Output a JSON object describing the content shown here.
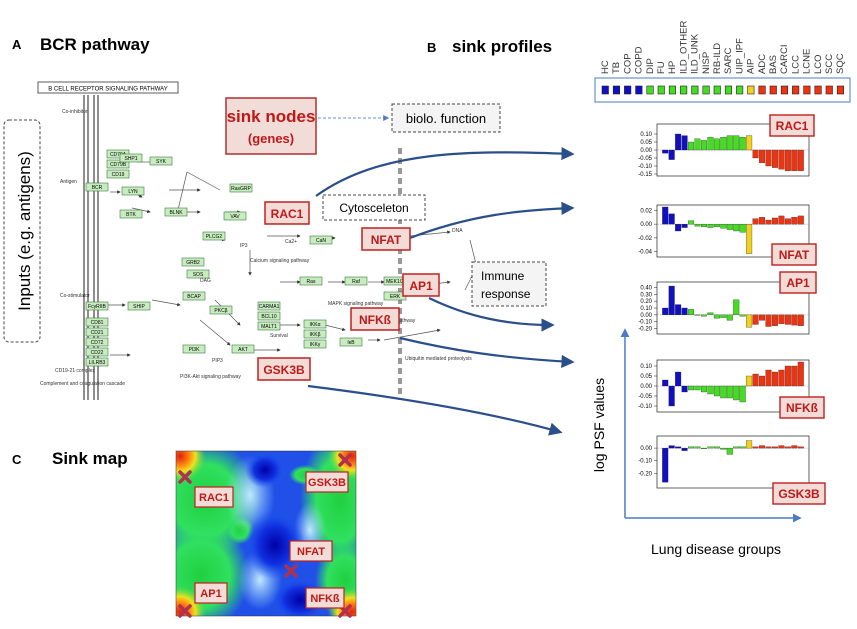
{
  "panel_a": {
    "letter": "A",
    "title": "BCR pathway",
    "kegg_header": "B CELL RECEPTOR SIGNALING PATHWAY",
    "inputs_label": "Inputs (e.g. antigens)",
    "sink_nodes_line1": "sink nodes",
    "sink_nodes_line2": "(genes)",
    "bio_function": "biolo. function",
    "cytoskeleton": "Cytosceleton",
    "immune_line1": "Immune",
    "immune_line2": "response",
    "sinks": [
      "RAC1",
      "NFAT",
      "AP1",
      "NFKß",
      "GSK3B"
    ],
    "kegg_nodes": [
      "CD79A",
      "CD79B",
      "CD19",
      "BCR",
      "LYN",
      "SYK",
      "BTK",
      "BLNK",
      "PLCG2",
      "VAV",
      "RasGRP",
      "Ras",
      "Raf",
      "MEK1/2",
      "ERK",
      "CaN",
      "SHP1",
      "GRB2",
      "SOS",
      "BCAP",
      "PI3K",
      "AKT",
      "PKCβ",
      "CARMA1",
      "BCL10",
      "MALT1",
      "IKKα",
      "IKKβ",
      "IKKγ",
      "IκB",
      "FcγRIIB",
      "SHIP",
      "CD81",
      "CD21",
      "CD72",
      "CD22",
      "LILRB3"
    ],
    "kegg_texts": [
      "Co-inhibitor",
      "Antigen",
      "Co-stimulator",
      "Calcium signaling pathway",
      "MAPK signaling pathway",
      "PI3K-Akt signaling pathway",
      "Ubiquitin mediated proteolysis",
      "Complement and coagulation cascade",
      "CD19-21 complex",
      "DNA",
      "IP3",
      "DAG",
      "PIP3",
      "Ca2+",
      "NF-κB signaling pathway",
      "Survival"
    ]
  },
  "panel_b": {
    "letter": "B",
    "title": "sink profiles",
    "groups": [
      "HC",
      "TB",
      "COP",
      "COPD",
      "DIP",
      "FU",
      "HP",
      "ILD_OTHER",
      "ILD_UNK",
      "NISP",
      "RB-ILD",
      "SARC",
      "UIP_IPF",
      "AIP",
      "ADC",
      "BAS",
      "CARCI",
      "LCC",
      "LCNE",
      "LCO",
      "SCC",
      "SQC"
    ],
    "legend_colors": [
      "#1010c0",
      "#1010c0",
      "#1010c0",
      "#1010c0",
      "#44dd22",
      "#44dd22",
      "#44dd22",
      "#44dd22",
      "#44dd22",
      "#44dd22",
      "#44dd22",
      "#44dd22",
      "#44dd22",
      "#f0d020",
      "#ee3311",
      "#ee3311",
      "#ee3311",
      "#ee3311",
      "#ee3311",
      "#ee3311",
      "#ee3311",
      "#ee3311"
    ],
    "ylabel": "log PSF values",
    "xlabel": "Lung disease groups"
  },
  "panel_c": {
    "letter": "C",
    "title": "Sink map",
    "labels": [
      "RAC1",
      "GSK3B",
      "NFAT",
      "AP1",
      "NFKß"
    ]
  },
  "chart_data": [
    {
      "type": "bar",
      "name": "RAC1",
      "categories": [
        "HC",
        "TB",
        "COP",
        "COPD",
        "DIP",
        "FU",
        "HP",
        "ILD_OTHER",
        "ILD_UNK",
        "NISP",
        "RB-ILD",
        "SARC",
        "UIP_IPF",
        "AIP",
        "ADC",
        "BAS",
        "CARCI",
        "LCC",
        "LCNE",
        "LCO",
        "SCC",
        "SQC"
      ],
      "values": [
        -0.02,
        -0.06,
        0.1,
        0.09,
        0.05,
        0.07,
        0.06,
        0.08,
        0.07,
        0.08,
        0.09,
        0.09,
        0.08,
        0.09,
        -0.05,
        -0.08,
        -0.1,
        -0.11,
        -0.12,
        -0.13,
        -0.13,
        -0.13
      ],
      "ylim": [
        -0.15,
        0.15
      ],
      "yticks": [
        0.1,
        0.05,
        0.0,
        -0.05,
        -0.1,
        -0.15
      ]
    },
    {
      "type": "bar",
      "name": "NFAT",
      "categories": [
        "HC",
        "TB",
        "COP",
        "COPD",
        "DIP",
        "FU",
        "HP",
        "ILD_OTHER",
        "ILD_UNK",
        "NISP",
        "RB-ILD",
        "SARC",
        "UIP_IPF",
        "AIP",
        "ADC",
        "BAS",
        "CARCI",
        "LCC",
        "LCNE",
        "LCO",
        "SCC",
        "SQC"
      ],
      "values": [
        0.025,
        0.015,
        -0.01,
        -0.005,
        0.005,
        -0.003,
        -0.004,
        -0.005,
        -0.004,
        -0.006,
        -0.008,
        -0.01,
        -0.012,
        -0.043,
        0.008,
        0.01,
        0.006,
        0.009,
        0.012,
        0.008,
        0.01,
        0.012
      ],
      "ylim": [
        -0.045,
        0.025
      ],
      "yticks": [
        0.02,
        0.0,
        -0.02,
        -0.04
      ]
    },
    {
      "type": "bar",
      "name": "AP1",
      "categories": [
        "HC",
        "TB",
        "COP",
        "COPD",
        "DIP",
        "FU",
        "HP",
        "ILD_OTHER",
        "ILD_UNK",
        "NISP",
        "RB-ILD",
        "SARC",
        "UIP_IPF",
        "AIP",
        "ADC",
        "BAS",
        "CARCI",
        "LCC",
        "LCNE",
        "LCO",
        "SCC",
        "SQC"
      ],
      "values": [
        0.1,
        0.42,
        0.15,
        0.1,
        0.08,
        0.0,
        -0.02,
        0.03,
        -0.05,
        -0.04,
        -0.08,
        0.22,
        -0.02,
        -0.18,
        -0.14,
        -0.08,
        -0.17,
        -0.16,
        -0.13,
        -0.14,
        -0.15,
        -0.16
      ],
      "ylim": [
        -0.25,
        0.45
      ],
      "yticks": [
        0.4,
        0.3,
        0.2,
        0.1,
        0.0,
        -0.1,
        -0.2
      ]
    },
    {
      "type": "bar",
      "name": "NFKß",
      "categories": [
        "HC",
        "TB",
        "COP",
        "COPD",
        "DIP",
        "FU",
        "HP",
        "ILD_OTHER",
        "ILD_UNK",
        "NISP",
        "RB-ILD",
        "SARC",
        "UIP_IPF",
        "AIP",
        "ADC",
        "BAS",
        "CARCI",
        "LCC",
        "LCNE",
        "LCO",
        "SCC",
        "SQC"
      ],
      "values": [
        0.03,
        -0.1,
        0.07,
        -0.03,
        -0.02,
        -0.02,
        -0.03,
        -0.04,
        -0.05,
        -0.06,
        -0.06,
        -0.07,
        -0.08,
        0.05,
        0.06,
        0.05,
        0.08,
        0.07,
        0.08,
        0.1,
        0.1,
        0.12
      ],
      "ylim": [
        -0.12,
        0.12
      ],
      "yticks": [
        0.1,
        0.05,
        0.0,
        -0.05,
        -0.1
      ]
    },
    {
      "type": "bar",
      "name": "GSK3B",
      "categories": [
        "HC",
        "TB",
        "COP",
        "COPD",
        "DIP",
        "FU",
        "HP",
        "ILD_OTHER",
        "ILD_UNK",
        "NISP",
        "RB-ILD",
        "SARC",
        "UIP_IPF",
        "AIP",
        "ADC",
        "BAS",
        "CARCI",
        "LCC",
        "LCNE",
        "LCO",
        "SCC",
        "SQC"
      ],
      "values": [
        -0.27,
        0.02,
        0.01,
        -0.02,
        0.01,
        0.01,
        0.0,
        0.01,
        0.01,
        -0.01,
        -0.05,
        0.01,
        0.01,
        0.06,
        0.01,
        0.02,
        0.01,
        0.01,
        0.02,
        0.01,
        0.02,
        0.01
      ],
      "ylim": [
        -0.3,
        0.08
      ],
      "yticks": [
        0.0,
        -0.1,
        -0.2
      ]
    }
  ]
}
